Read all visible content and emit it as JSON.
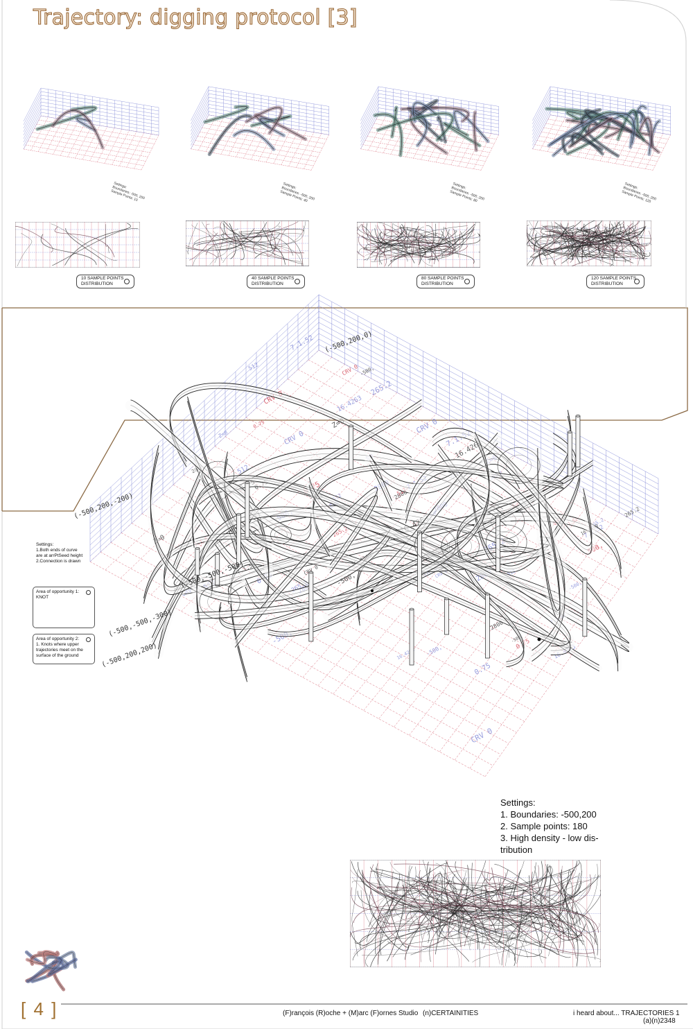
{
  "title": "Trajectory: digging protocol [3]",
  "thumbnails": [
    {
      "settings_text": "Settings:\nBoundaries: -500, 200\nSample Points: 10",
      "label": "10 SAMPLE POINTS\nDISTRIBUTION",
      "density": 10
    },
    {
      "settings_text": "Settings:\nBoundaries: -500, 200\nSample Points: 40",
      "label": "40 SAMPLE POINTS\nDISTRIBUTION",
      "density": 40
    },
    {
      "settings_text": "Settings:\nBoundaries: -500, 200\nSample Points: 80",
      "label": "80 SAMPLE POINTS\nDISTRIBUTION",
      "density": 80
    },
    {
      "settings_text": "Settings:\nBoundaries: -500, 200\nSample Points: 120",
      "label": "120 SAMPLE POINTS\nDISTRIBUTION",
      "density": 120
    }
  ],
  "main_diagram": {
    "settings_note": "Settings:\n1.Both ends of curve\nare at arrPtSeed height\n2.Connection is drawn",
    "opportunity_1": "Area of opportunity 1:\nKNOT",
    "opportunity_2": "Area of opportunity 2:\n1. Knots where upper\ntrajectories meet on the\nsurface of the ground",
    "coords": [
      "(-500,200,0)",
      "(-500,200,-200)",
      "(-500,-500,-500)",
      "(-500,-500,-300)",
      "(-500,200,200)"
    ]
  },
  "settings": {
    "heading": "Settings:",
    "items": [
      "1. Boundaries: -500,200",
      "2. Sample points: 180",
      "3. High density - low dis-",
      "tribution"
    ]
  },
  "footer": {
    "page_number": "[ 4 ]",
    "studio": "(F)rançois (R)oche + (M)arc (F)ornes  Studio",
    "series": "(n)CERTAINITIES",
    "right_line1": "i heard about...  TRAJECTORIES  1",
    "right_line2": "(a)(n)2348"
  },
  "colors": {
    "frame": "#8b6a45",
    "grid_blue": "#7f86d6",
    "grid_red": "#d86a78",
    "tube": "#222222",
    "title_fill": "#f2e2cf",
    "title_stroke": "#9a6a3a"
  }
}
